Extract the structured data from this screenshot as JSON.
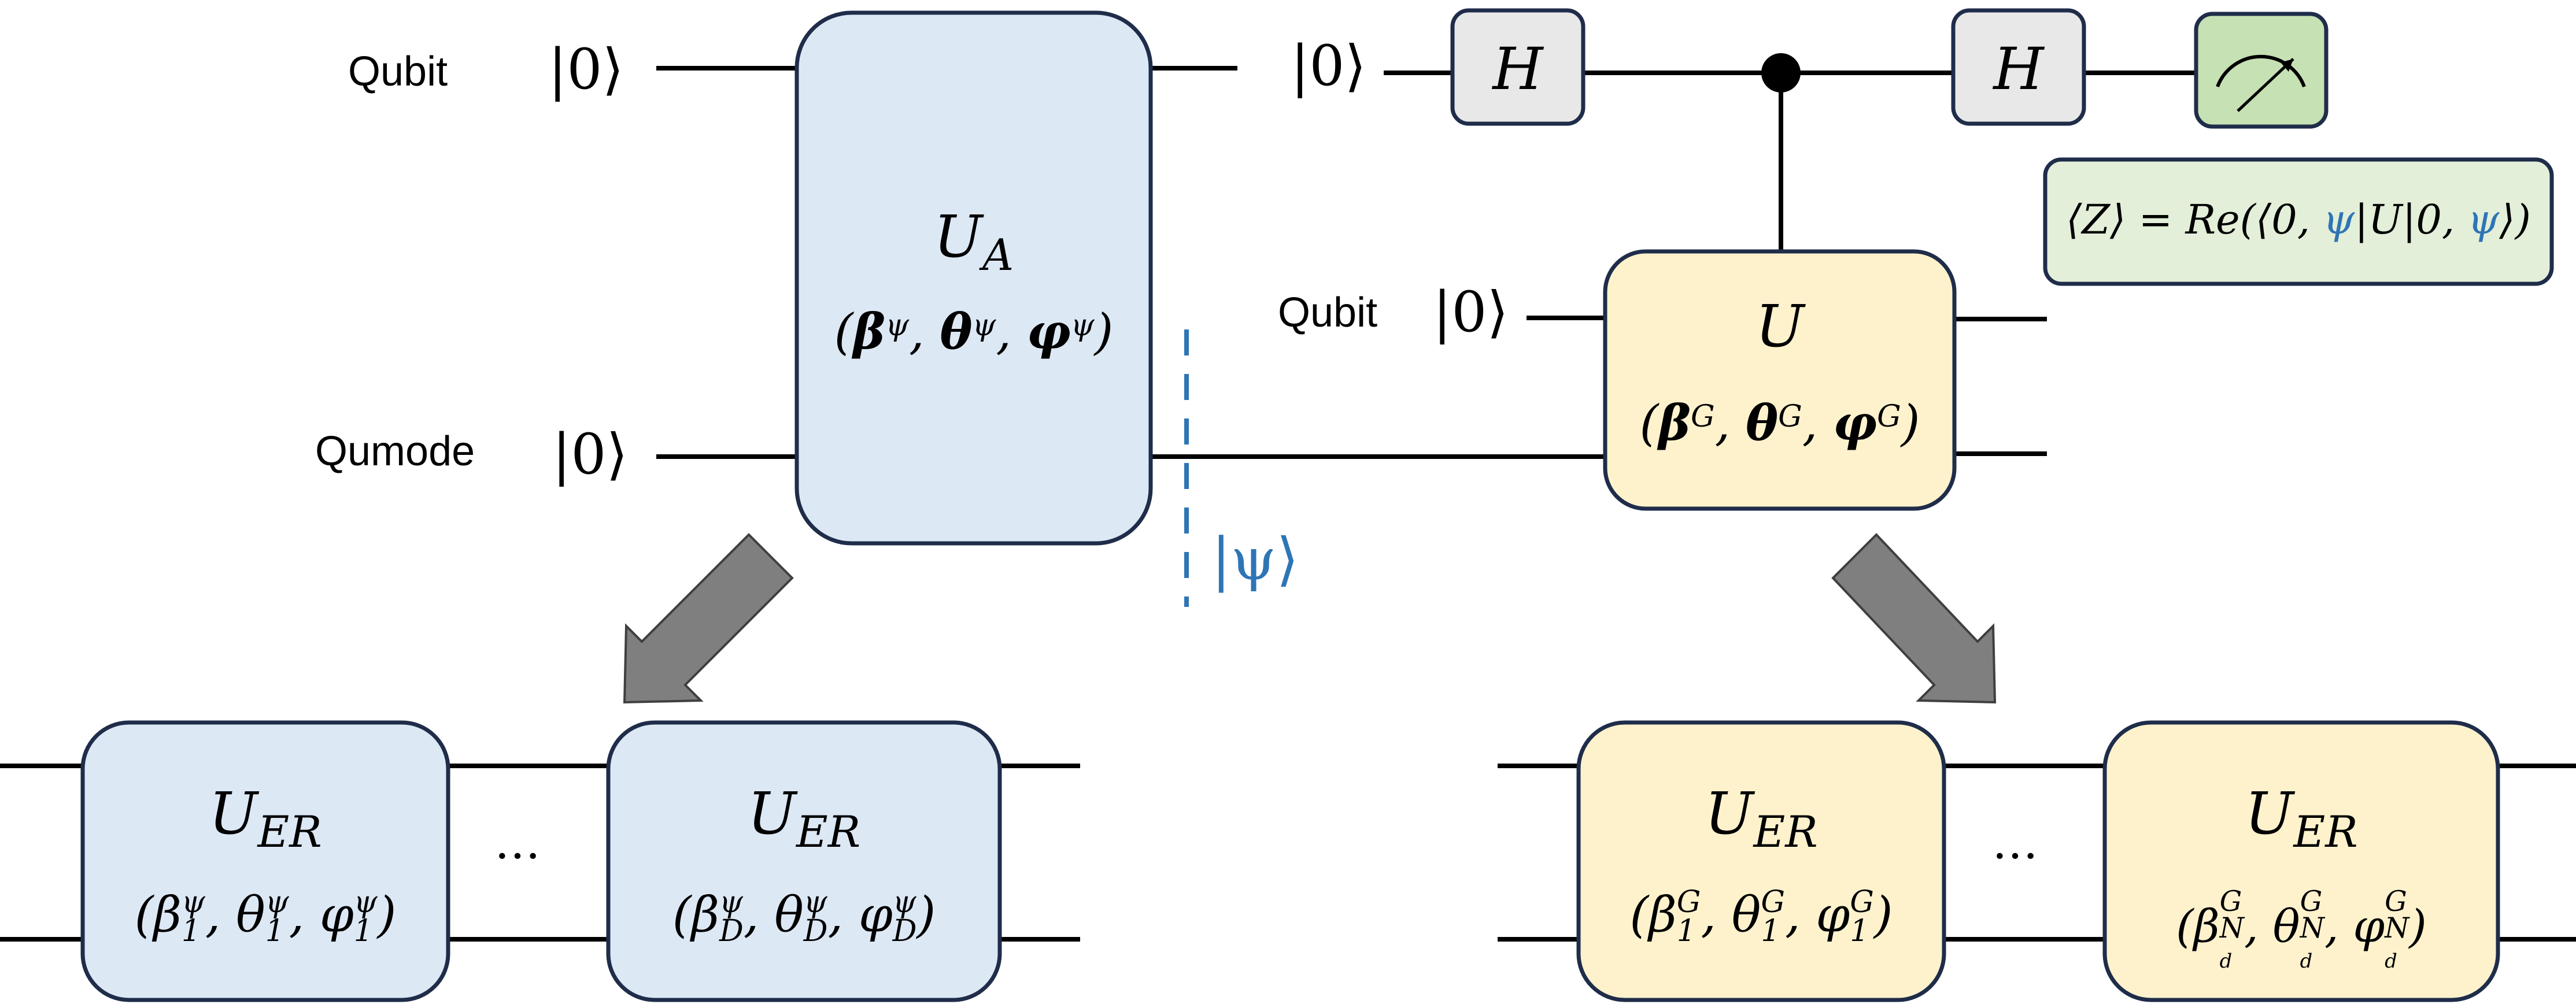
{
  "labels": {
    "qubit_top": "Qubit",
    "qumode": "Qumode",
    "qubit_mid": "Qubit",
    "ket0": "|0⟩",
    "ellipsis": "…"
  },
  "ua_gate": {
    "name": "U",
    "sub": "A",
    "params_open": "(",
    "beta": "β",
    "theta": "θ",
    "phi": "φ",
    "sup": "ψ",
    "comma": ", ",
    "params_close": ")"
  },
  "u_gate": {
    "name": "U",
    "beta": "β",
    "theta": "θ",
    "phi": "φ",
    "sup": "G"
  },
  "h_gate": {
    "label": "H"
  },
  "psi_label": "|ψ⟩",
  "expectation": {
    "lhs": "⟨Z⟩ = Re(⟨0, ",
    "psi1": "ψ",
    "mid1": "|U|",
    "zero": "0, ",
    "psi2": "ψ",
    "rhs": "⟩)"
  },
  "er_gates": {
    "name": "U",
    "sub": "ER",
    "left1": {
      "sup": "ψ",
      "sub": "1"
    },
    "left2": {
      "sup": "ψ",
      "sub": "D"
    },
    "right1": {
      "sup": "G",
      "sub": "1"
    },
    "right2": {
      "sup": "G",
      "sub": "N",
      "subsub": "d"
    }
  },
  "colors": {
    "blue_fill": "#dde8f5",
    "yellow_fill": "#fef2cd",
    "green_fill": "#c6e1b4",
    "green_box": "#e3efd9",
    "gray_fill": "#e8e8e8",
    "border": "#1f2d4a",
    "accent_blue": "#2e75b6",
    "arrow_gray": "#7f7f7f"
  }
}
